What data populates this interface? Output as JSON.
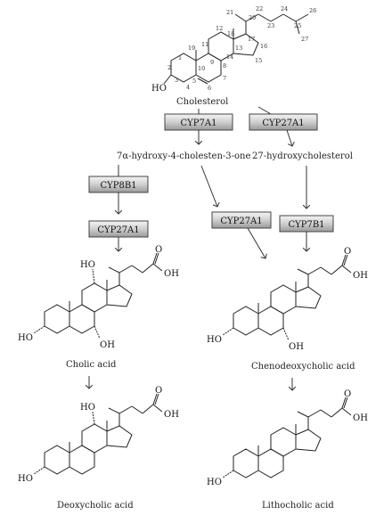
{
  "molecules": {
    "cholesterol": {
      "name": "Cholesterol",
      "hydroxyl": "HO",
      "atom_numbers": [
        "1",
        "2",
        "3",
        "4",
        "5",
        "6",
        "7",
        "8",
        "9",
        "10",
        "11",
        "12",
        "13",
        "14",
        "15",
        "16",
        "17",
        "18",
        "19",
        "20",
        "21",
        "22",
        "23",
        "24",
        "25",
        "26",
        "27"
      ]
    },
    "intermediate1": {
      "name": "7α-hydroxy-4-cholesten-3-one"
    },
    "intermediate2": {
      "name": "27-hydroxycholesterol"
    },
    "cholic_acid": {
      "name": "Cholic acid",
      "hydroxyls": [
        "HO",
        "HO",
        "OH"
      ],
      "acid_oh": "OH",
      "carbonyl_o": "O"
    },
    "cdca": {
      "name": "Chenodeoxycholic acid",
      "hydroxyls": [
        "HO",
        "OH"
      ],
      "acid_oh": "OH",
      "carbonyl_o": "O"
    },
    "deoxycholic_acid": {
      "name": "Deoxycholic acid",
      "hydroxyls": [
        "HO",
        "HO"
      ],
      "acid_oh": "OH",
      "carbonyl_o": "O"
    },
    "lithocholic_acid": {
      "name": "Lithocholic acid",
      "hydroxyls": [
        "HO"
      ],
      "acid_oh": "OH",
      "carbonyl_o": "O"
    }
  },
  "enzymes": {
    "cyp7a1": "CYP7A1",
    "cyp27a1_top": "CYP27A1",
    "cyp8b1": "CYP8B1",
    "cyp27a1_left": "CYP27A1",
    "cyp27a1_mid": "CYP27A1",
    "cyp7b1": "CYP7B1"
  },
  "colors": {
    "box_top": "#f4f4f4",
    "box_bottom": "#9a9a9a",
    "line": "#222222"
  }
}
